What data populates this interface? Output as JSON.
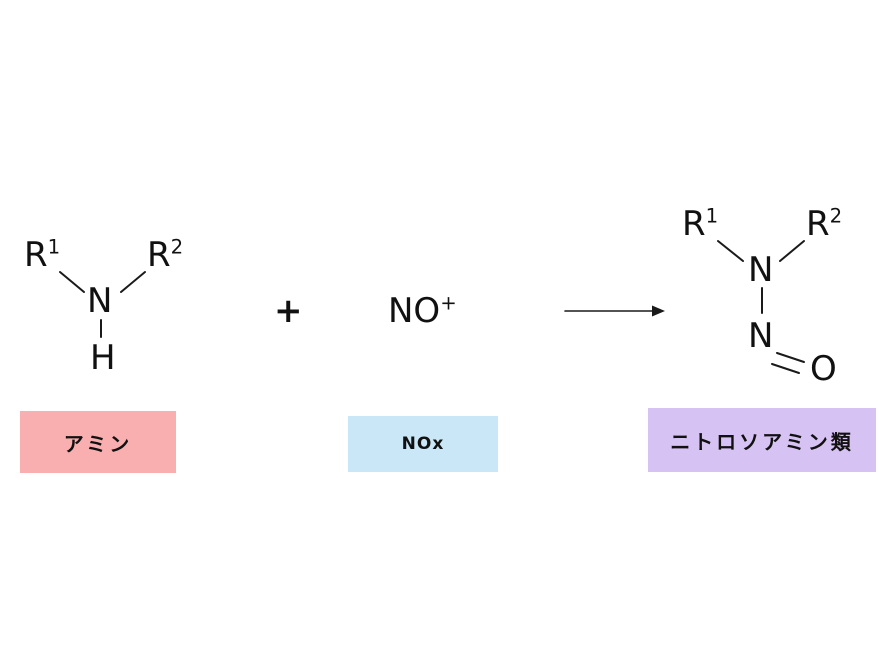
{
  "molecules": {
    "amine": {
      "r1": {
        "base": "R",
        "sup": "1"
      },
      "r2": {
        "base": "R",
        "sup": "2"
      },
      "n": "N",
      "h": "H",
      "label": "アミン"
    },
    "reagent": {
      "formula": {
        "base": "NO",
        "sup": "+"
      },
      "label": "NOx"
    },
    "nitrosamine": {
      "r1": {
        "base": "R",
        "sup": "1"
      },
      "r2": {
        "base": "R",
        "sup": "2"
      },
      "n_top": "N",
      "n_bottom": "N",
      "o": "O",
      "label": "ニトロソアミン類"
    }
  },
  "operators": {
    "plus": "+"
  },
  "colors": {
    "amine_box": "#f9afaf",
    "nox_box": "#cae7f8",
    "nitrosamine_box": "#d7c2f4",
    "bond": "#1a1a1a",
    "text": "#111111"
  }
}
